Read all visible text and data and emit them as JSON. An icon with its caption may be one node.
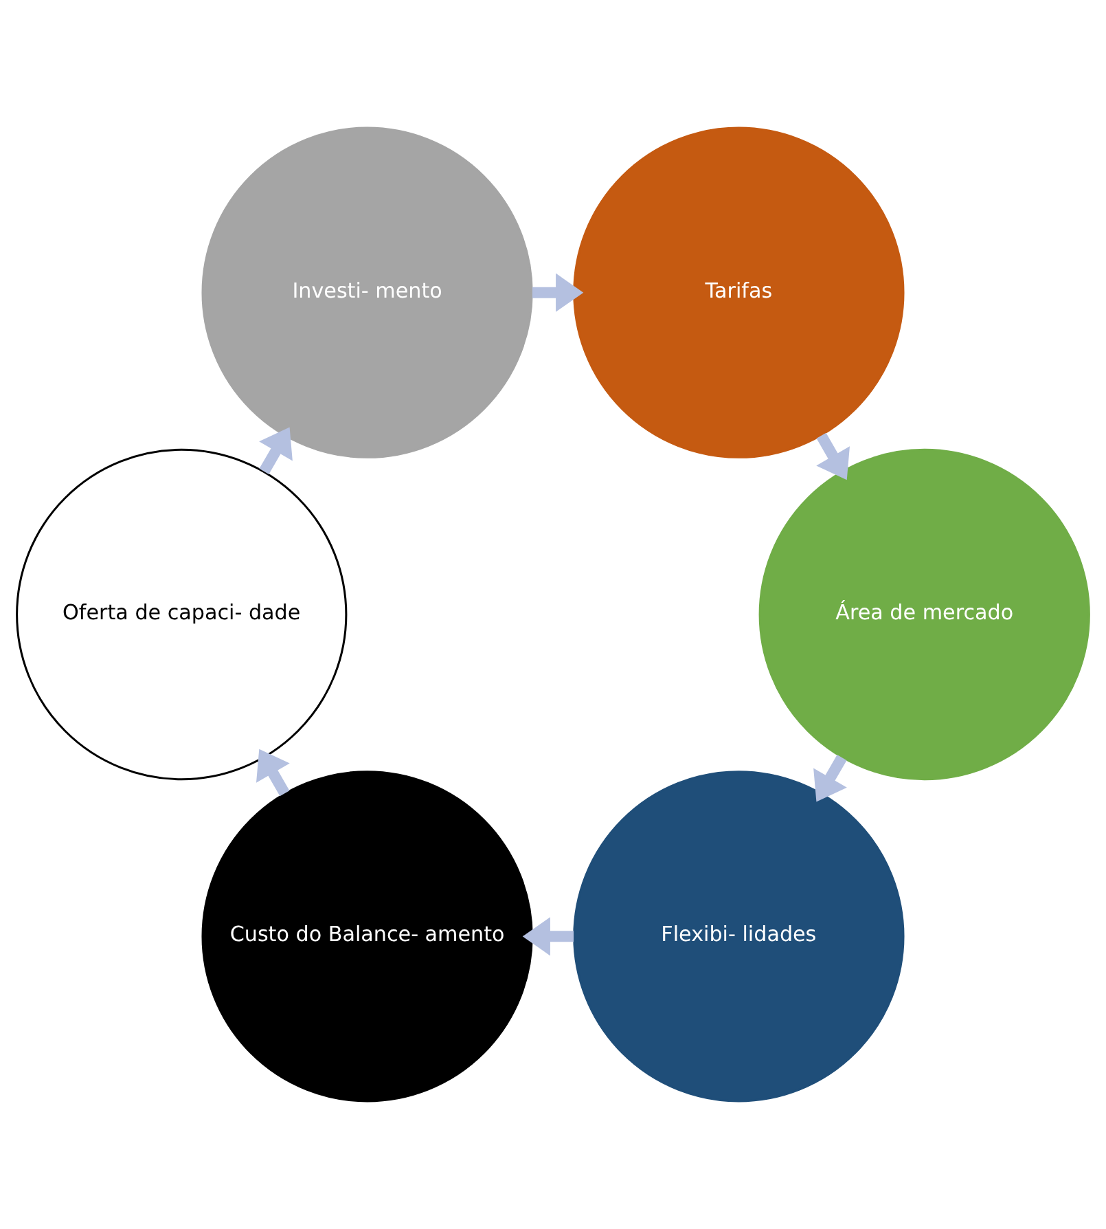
{
  "diagram": {
    "nodes": [
      {
        "text": [
          "Flexibi- lidades"
        ]
      },
      {
        "text": [
          "Custo do Balance- amento"
        ]
      },
      {
        "text": [
          "Oferta de capaci- dade"
        ]
      },
      {
        "text": [
          "Investi- mento"
        ]
      },
      {
        "text": [
          "Tarifas"
        ]
      },
      {
        "text": [
          "Área de mercado"
        ]
      }
    ],
    "edges": [
      {
        "from": 0,
        "to": 1,
        "arrow": "to"
      },
      {
        "from": 1,
        "to": 2,
        "arrow": "to"
      },
      {
        "from": 2,
        "to": 3,
        "arrow": "to"
      },
      {
        "from": 3,
        "to": 4,
        "arrow": "to"
      },
      {
        "from": 4,
        "to": 5,
        "arrow": "to"
      },
      {
        "from": 5,
        "to": 0,
        "arrow": "to"
      }
    ]
  }
}
